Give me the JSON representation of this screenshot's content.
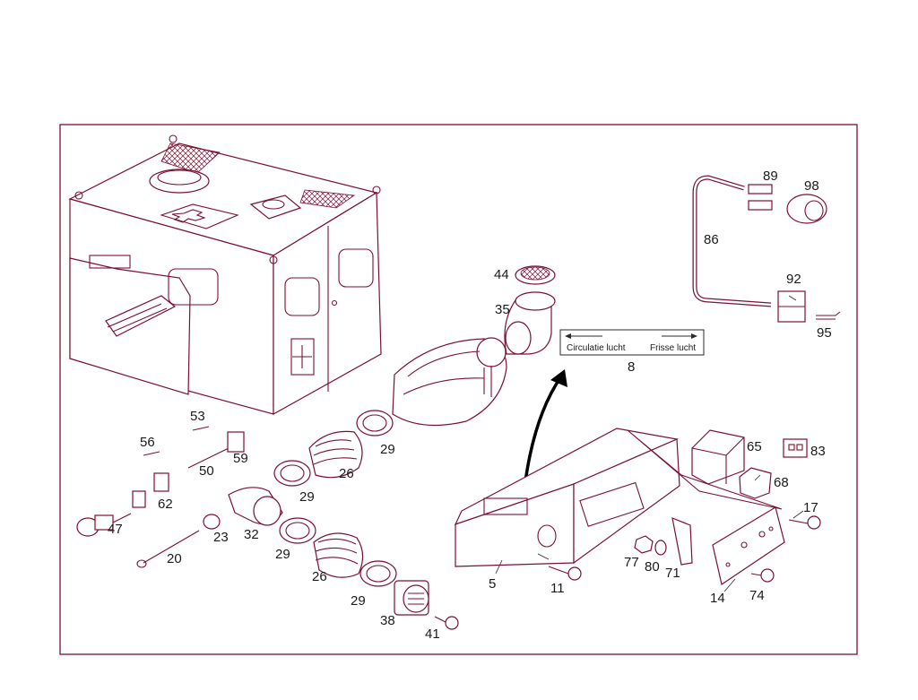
{
  "colors": {
    "outline": "#7a1030",
    "frame": "#7a1030",
    "text": "#1a1a1a",
    "background": "#ffffff"
  },
  "label_plate": {
    "left_text": "Circulatie lucht",
    "right_text": "Frisse lucht"
  },
  "callouts": {
    "c5": "5",
    "c8": "8",
    "c11": "11",
    "c14": "14",
    "c17": "17",
    "c20": "20",
    "c23": "23",
    "c26a": "26",
    "c26b": "26",
    "c29a": "29",
    "c29b": "29",
    "c29c": "29",
    "c29d": "29",
    "c32": "32",
    "c35": "35",
    "c38": "38",
    "c41": "41",
    "c44": "44",
    "c47": "47",
    "c50": "50",
    "c53": "53",
    "c56": "56",
    "c59": "59",
    "c62": "62",
    "c65": "65",
    "c68": "68",
    "c71": "71",
    "c74": "74",
    "c77": "77",
    "c80": "80",
    "c83": "83",
    "c86": "86",
    "c89": "89",
    "c92": "92",
    "c95": "95",
    "c98": "98"
  }
}
